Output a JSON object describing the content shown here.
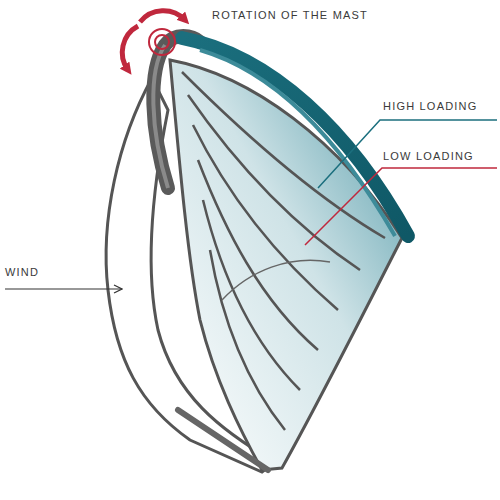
{
  "diagram": {
    "labels": [
      "ROTATION OF THE MAST",
      "HIGH LOADING",
      "LOW LOADING",
      "WIND"
    ]
  }
}
